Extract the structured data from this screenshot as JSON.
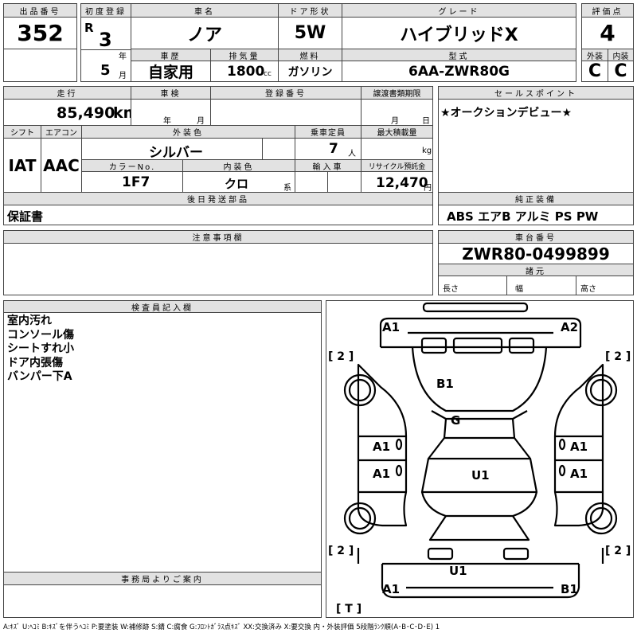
{
  "sheet": {
    "lot_no": {
      "label": "出品番号",
      "value": "352"
    },
    "first_reg": {
      "label": "初度登録",
      "era": "R",
      "year": "3",
      "year_unit": "年",
      "month": "5",
      "month_unit": "月"
    },
    "car_name": {
      "label": "車名",
      "value": "ノア"
    },
    "door": {
      "label": "ドア形状",
      "value": "5W"
    },
    "grade": {
      "label": "グレード",
      "value": "ハイブリッドX"
    },
    "score": {
      "label": "評価点",
      "value": "4"
    },
    "history": {
      "label": "車歴",
      "value": "自家用"
    },
    "displacement": {
      "label": "排気量",
      "value": "1800",
      "unit": "cc"
    },
    "fuel": {
      "label": "燃料",
      "value": "ガソリン"
    },
    "model": {
      "label": "型式",
      "value": "6AA-ZWR80G"
    },
    "ext_grade": {
      "label": "外装",
      "value": "C"
    },
    "int_grade": {
      "label": "内装",
      "value": "C"
    },
    "mileage": {
      "label": "走行",
      "value": "85,490",
      "unit": "km"
    },
    "inspection": {
      "label": "車検",
      "year_unit": "年",
      "month_unit": "月"
    },
    "reg_no": {
      "label": "登録番号"
    },
    "transfer": {
      "label": "譲渡書類期限",
      "month_unit": "月",
      "day_unit": "日"
    },
    "sales_point": {
      "label": "セールスポイント",
      "value": "★オークションデビュー★"
    },
    "shift": {
      "label": "シフト",
      "value": "IAT"
    },
    "ac": {
      "label": "エアコン",
      "value": "AAC"
    },
    "ext_color": {
      "label": "外装色",
      "value": "シルバー"
    },
    "capacity": {
      "label": "乗車定員",
      "value": "7",
      "unit": "人"
    },
    "max_load": {
      "label": "最大積載量",
      "unit": "kg"
    },
    "color_no": {
      "label": "カラーNo.",
      "value": "1F7"
    },
    "int_color": {
      "label": "内装色",
      "value": "クロ",
      "unit": "系"
    },
    "import": {
      "label": "輸入車"
    },
    "recycle": {
      "label": "リサイクル預託金",
      "value": "12,470",
      "unit": "円"
    },
    "later_parts": {
      "label": "後日発送部品",
      "value": "保証書"
    },
    "equipment": {
      "label": "純正装備",
      "value": "ABS エアB アルミ PS PW"
    },
    "notes": {
      "label": "注意事項欄"
    },
    "chassis": {
      "label": "車台番号",
      "value": "ZWR80-0499899"
    },
    "dims": {
      "label": "諸元",
      "length": "長さ",
      "width": "幅",
      "height": "高さ"
    },
    "inspector": {
      "label": "検査員記入欄",
      "lines": [
        "室内汚れ",
        "コンソール傷",
        "シートすれ小",
        "ドア内張傷",
        "バンパー下A"
      ]
    },
    "office": {
      "label": "事務局よりご案内"
    },
    "legend": "A:ｷｽﾞ U:ﾍｺﾐ B:ｷｽﾞを伴うﾍｺﾐ P:要塗装 W:補修跡 S:錆 C:腐食 G:ﾌﾛﾝﾄｶﾞﾗｽ点ｷｽﾞ XX:交換済み X:要交換 内・外装評価 5段階ﾗﾝｸ順(A･B･C･D･E) 1"
  },
  "diagram": {
    "marks": {
      "front_left": "A1",
      "front_right": "A2",
      "windshield": "G",
      "hood": "B1",
      "side_left_front": "A1",
      "side_right_front": "A1",
      "side_left_rear": "A1",
      "side_right_rear": "A1",
      "roof": "U1",
      "rear_center": "U1",
      "rear_left": "A1",
      "rear_right": "B1"
    },
    "tires": {
      "front_left": "[ 2 ]",
      "front_right": "[ 2 ]",
      "rear_left": "[ 2 ]",
      "rear_right": "[ 2 ]",
      "spare": "[ T ]"
    }
  }
}
